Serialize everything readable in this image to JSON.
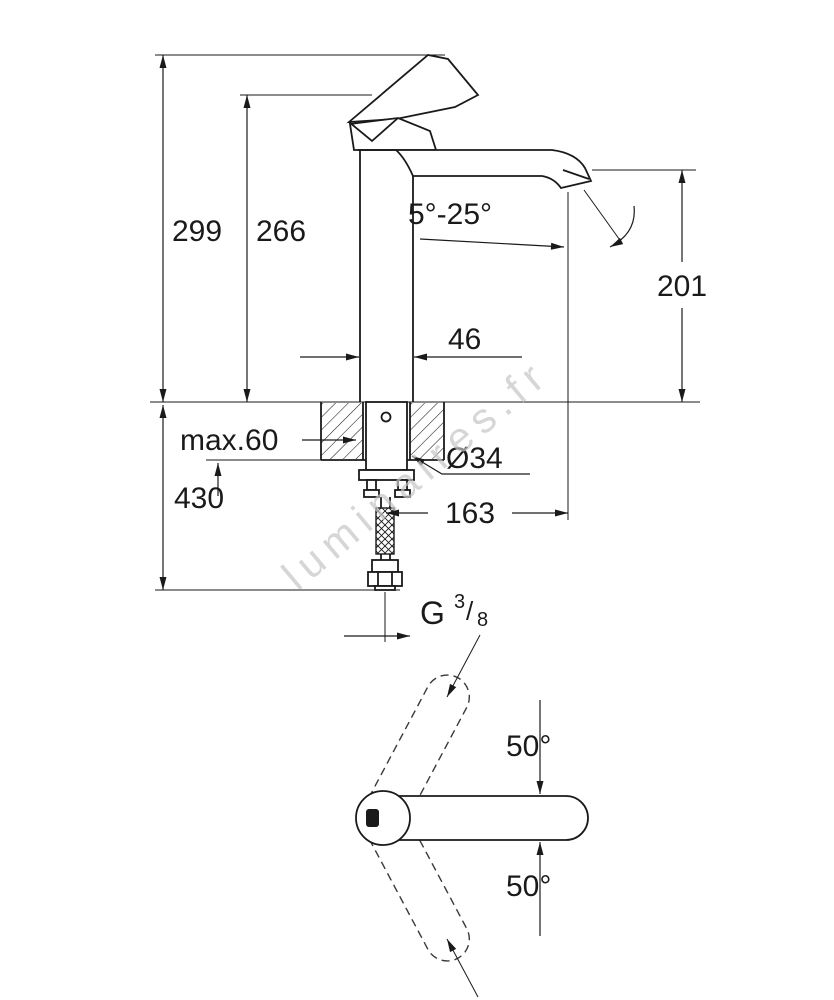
{
  "watermark": "luminaires.fr",
  "side_view": {
    "dim_total_height": "299",
    "dim_body_height": "266",
    "dim_spout_height": "201",
    "dim_body_width": "46",
    "angle_range": "5°-25°",
    "max_deck_thickness": "max.60",
    "hole_diameter": "Ø34",
    "dim_below_deck": "430",
    "dim_spout_reach": "163",
    "thread_letter": "G",
    "thread_numerator": "3",
    "thread_slash": "/",
    "thread_denominator": "8"
  },
  "top_view": {
    "swivel_upper": "50°",
    "swivel_lower": "50°"
  }
}
